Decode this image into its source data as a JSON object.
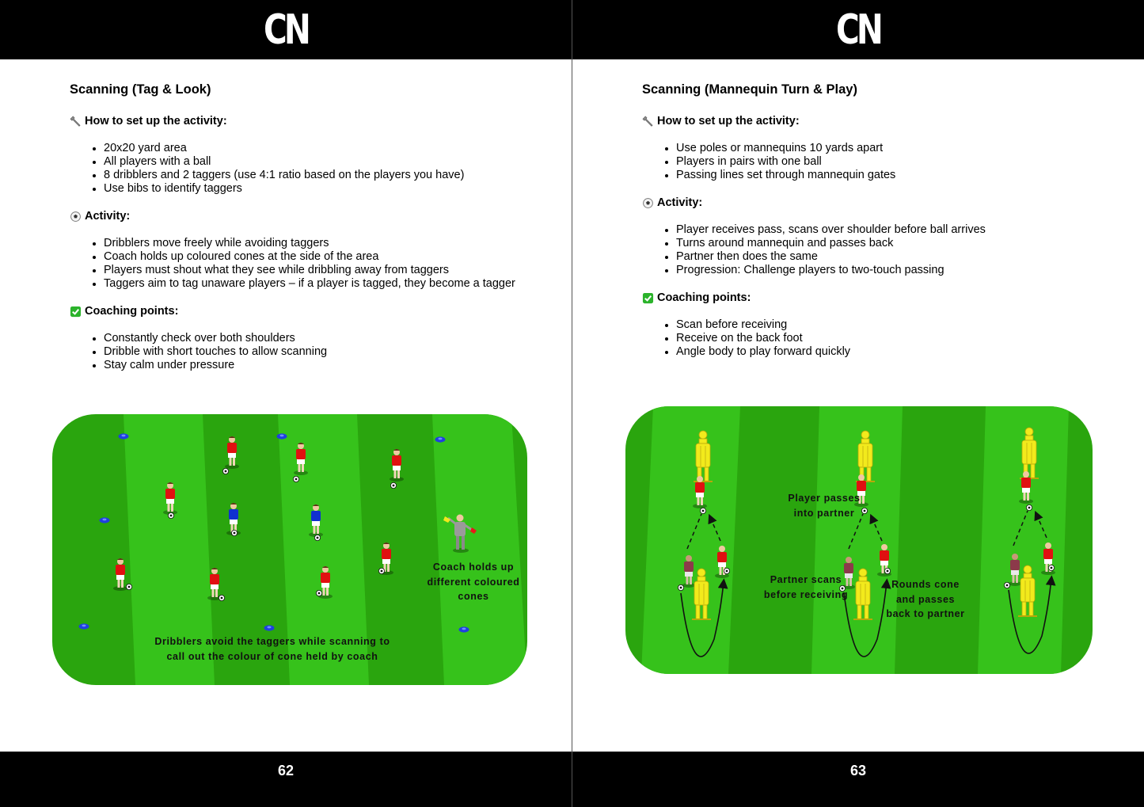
{
  "left_page": {
    "logo": "CN",
    "title": "Scanning (Tag & Look)",
    "setup_heading": "How to set up the activity:",
    "setup_items": [
      "20x20 yard area",
      "All players with a ball",
      "8 dribblers and 2 taggers (use 4:1 ratio based on the players you have)",
      "Use bibs to identify taggers"
    ],
    "activity_heading": "Activity:",
    "activity_items": [
      "Dribblers move freely while avoiding taggers",
      "Coach holds up coloured cones at the side of the area",
      "Players must shout what they see while dribbling away from taggers",
      "Taggers aim to tag unaware players – if a player is tagged, they become a tagger"
    ],
    "coaching_heading": "Coaching points:",
    "coaching_items": [
      "Constantly check over both shoulders",
      "Dribble with short touches to allow scanning",
      "Stay calm under pressure"
    ],
    "diagram_labels": {
      "coach": "Coach holds up different coloured cones",
      "dribblers": "Dribblers avoid the taggers while scanning to call out the colour of cone held by coach"
    },
    "page_number": "62"
  },
  "right_page": {
    "logo": "CN",
    "title": "Scanning (Mannequin Turn & Play)",
    "setup_heading": "How to set up the activity:",
    "setup_items": [
      "Use poles or mannequins 10 yards apart",
      "Players in pairs with one ball",
      "Passing lines set through mannequin gates"
    ],
    "activity_heading": "Activity:",
    "activity_items": [
      "Player receives pass, scans over shoulder before ball arrives",
      "Turns around mannequin and passes back",
      "Partner then does the same",
      "Progression: Challenge players to two-touch passing"
    ],
    "coaching_heading": "Coaching points:",
    "coaching_items": [
      "Scan before receiving",
      "Receive on the back foot",
      "Angle body to play forward quickly"
    ],
    "diagram_labels": {
      "passes": "Player passes into partner",
      "scans": "Partner scans before receiving",
      "rounds": "Rounds cone and passes back to partner"
    },
    "page_number": "63"
  },
  "colors": {
    "pitch_dark": "#27a10c",
    "pitch_light": "#35c11a",
    "player_red": "#e01010",
    "player_blue": "#1030d0",
    "mannequin": "#f2ea1c",
    "cone_blue": "#1f3fe0",
    "check_green": "#2bb32b"
  }
}
